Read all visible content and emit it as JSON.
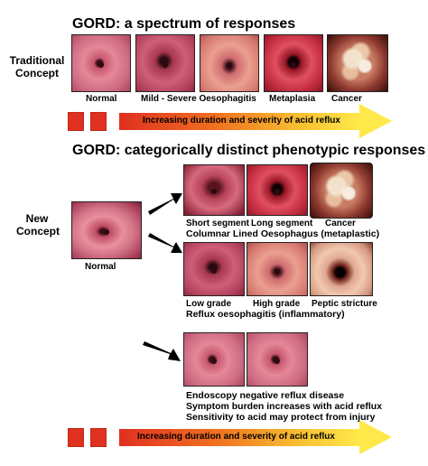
{
  "section1": {
    "title": "GORD: a spectrum of responses",
    "side_label_line1": "Traditional",
    "side_label_line2": "Concept",
    "labels": {
      "normal": "Normal",
      "mild_severe": "Mild - Severe Oesophagitis",
      "metaplasia": "Metaplasia",
      "cancer": "Cancer"
    }
  },
  "section2": {
    "title": "GORD: categorically distinct phenotypic responses",
    "side_label_line1": "New",
    "side_label_line2": "Concept",
    "normal_label": "Normal",
    "top_row_labels": {
      "short": "Short segment",
      "long": "Long segment",
      "cancer": "Cancer"
    },
    "top_row_caption": "Columnar Lined Oesophagus (metaplastic)",
    "mid_row_labels": {
      "low": "Low grade",
      "high": "High grade",
      "peptic": "Peptic stricture"
    },
    "mid_row_caption": "Reflux oesophagitis (inflammatory)",
    "bottom_lines": [
      "Endoscopy negative reflux disease",
      "Symptom burden increases with acid reflux",
      "Sensitivity to acid may protect from injury"
    ]
  },
  "arrow_bar_text": "Increasing duration and severity of acid reflux",
  "colors": {
    "bar_start": "#e03020",
    "bar_end": "#ffe84a"
  }
}
